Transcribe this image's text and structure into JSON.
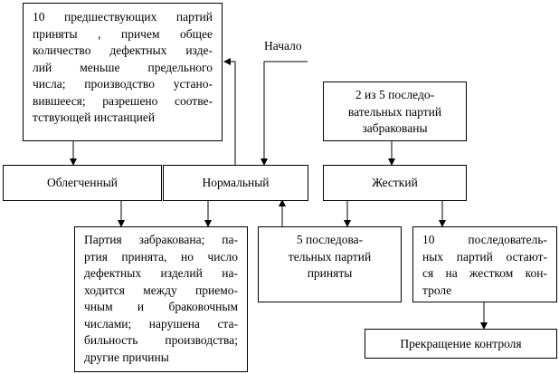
{
  "start_label": "Начало",
  "boxes": {
    "normal_condition": [
      "10 предшествующих партий",
      "приняты , причем общее",
      "количество дефектных изде-",
      "лий меньше предельного",
      "числа; производство устано-",
      "вившееся; разрешено соотве-",
      "тствующей инстанцией"
    ],
    "tight_condition": [
      "2 из 5 последо-",
      "вательных партий",
      "забракованы"
    ],
    "reduced": "Облегченный",
    "normal": "Нормальный",
    "tightened": "Жесткий",
    "reject_reasons": [
      "Партия забракована; па-",
      "ртия принята, но число",
      "дефектных изделий на-",
      "ходится между приемо-",
      "чным и браковочным",
      "числами; нарушена ста-",
      "бильность производства;",
      "другие причины"
    ],
    "five_accepted": [
      "5 последова-",
      "тельных партий",
      "приняты"
    ],
    "ten_tight": [
      "10 последователь-",
      "ных партий остают-",
      "ся на жестком кон-",
      "троле"
    ],
    "stop": "Прекращение контроля"
  }
}
